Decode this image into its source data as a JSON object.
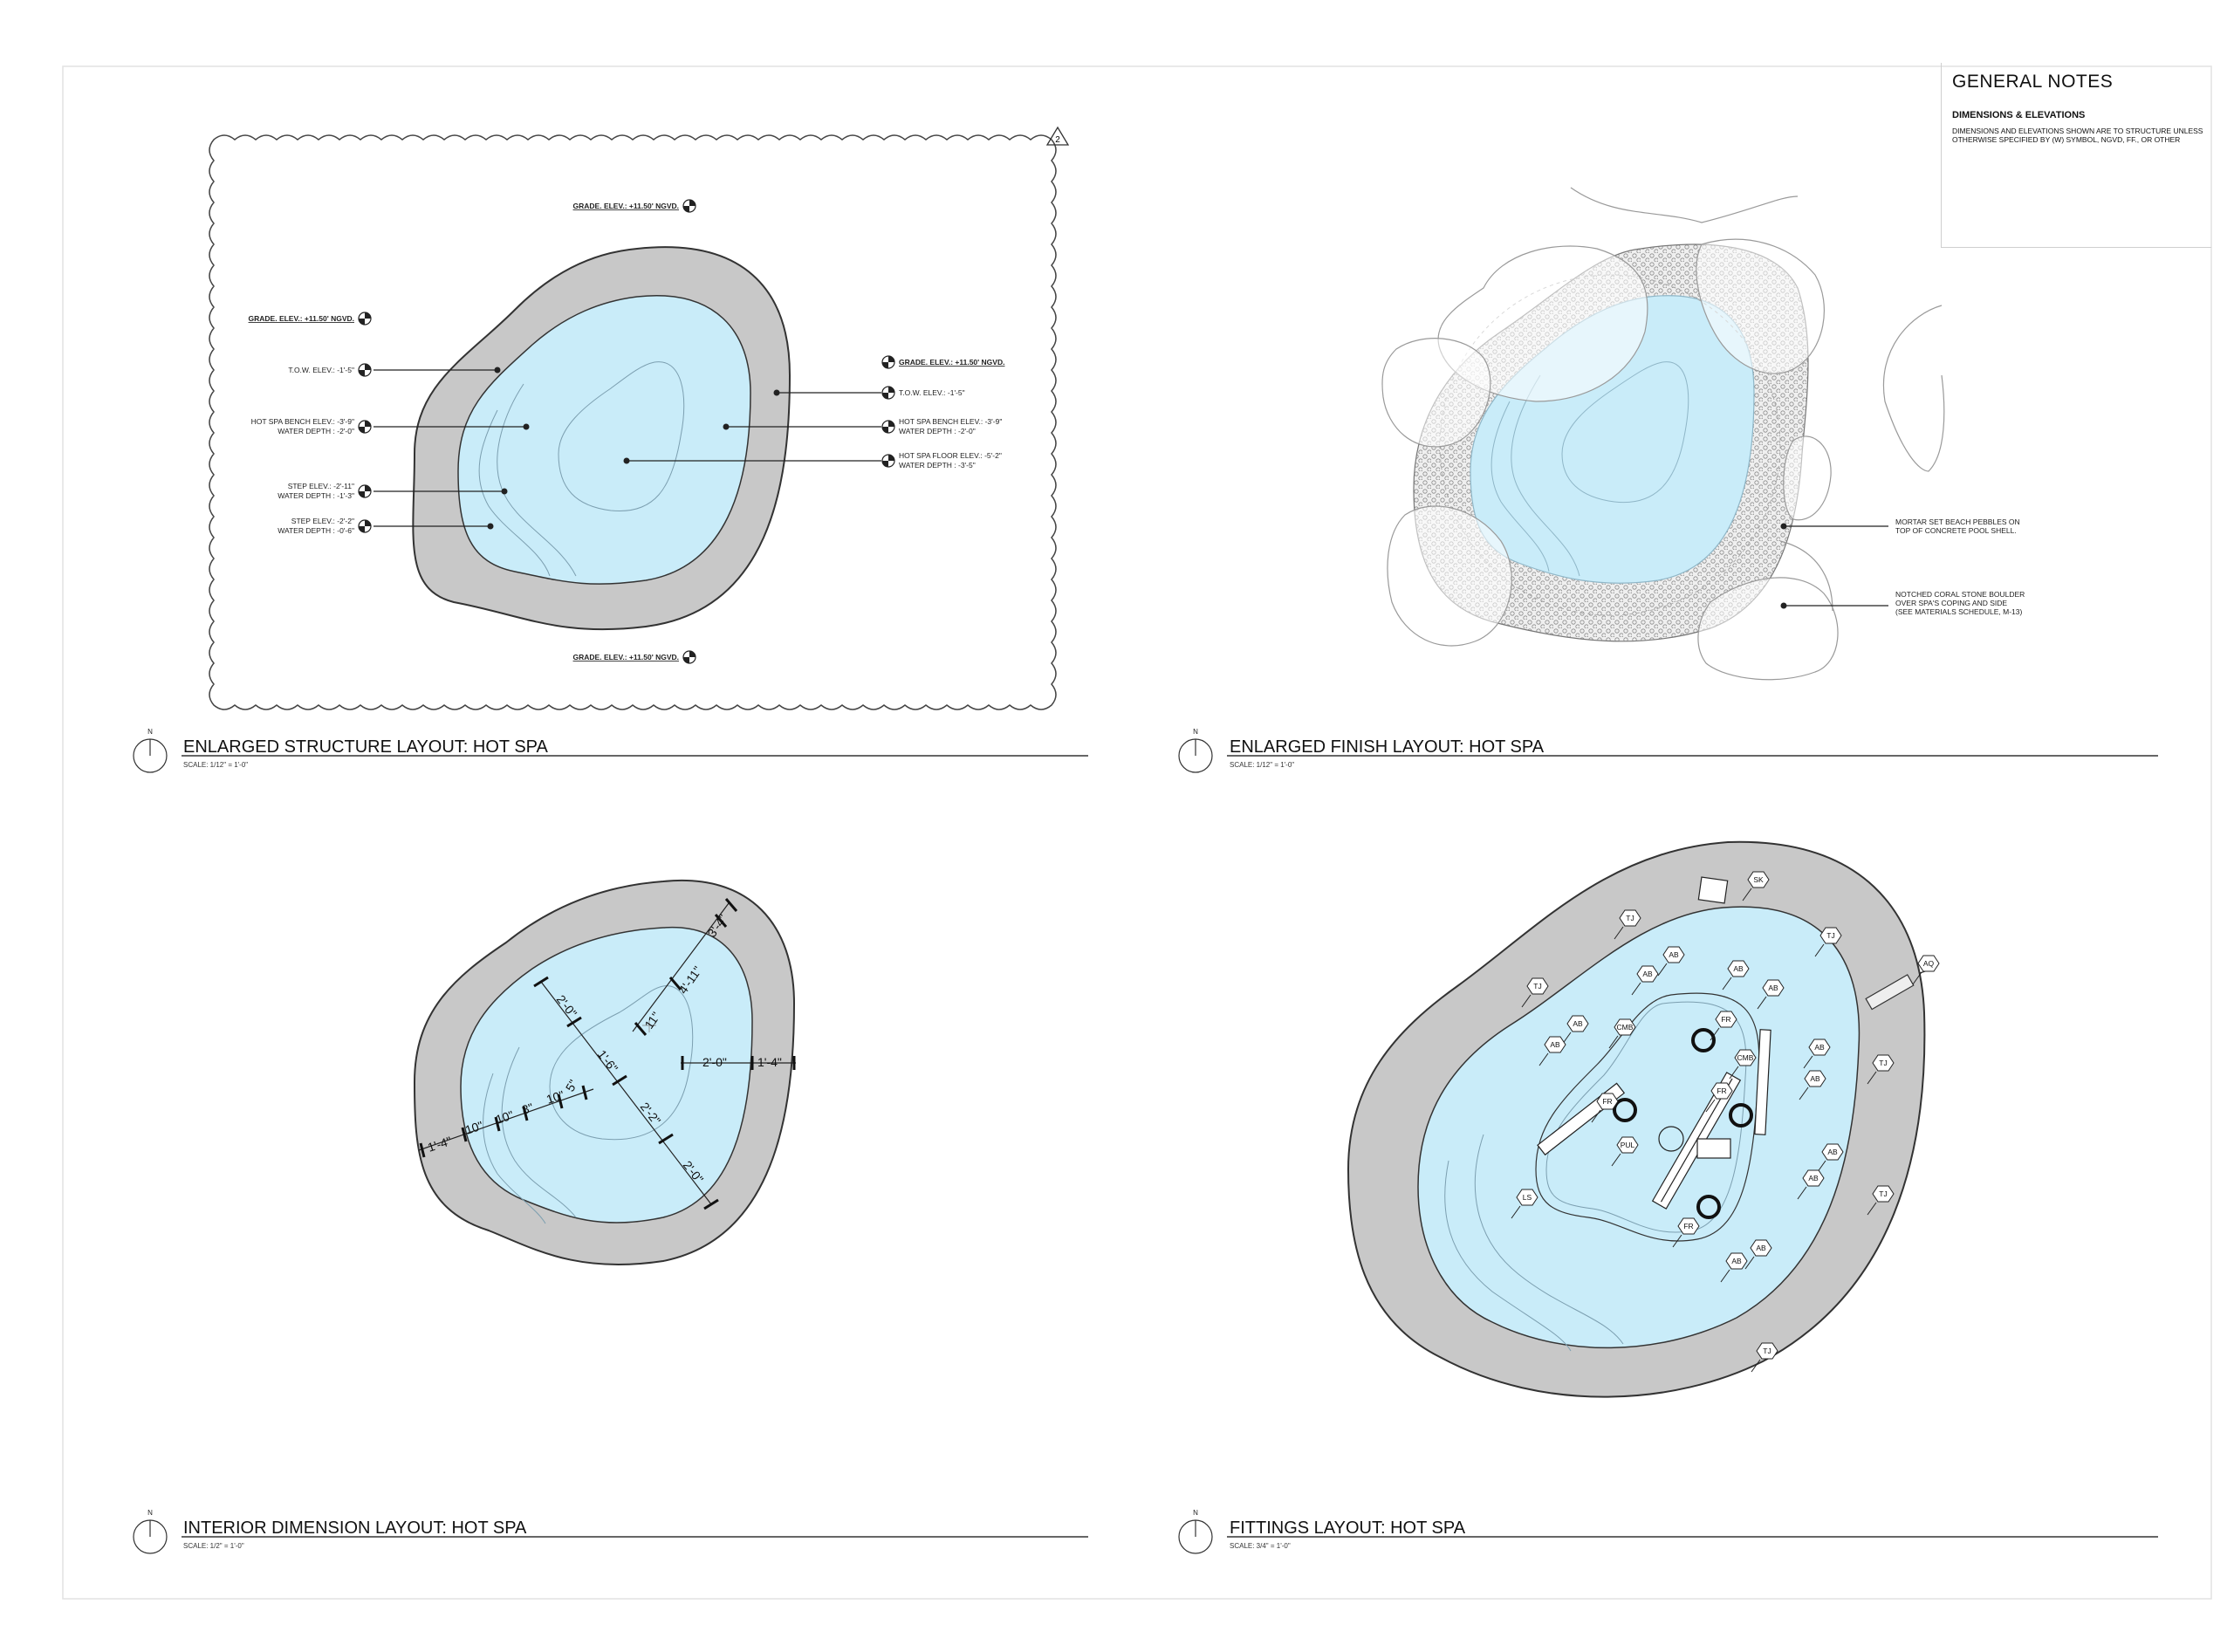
{
  "general_notes": {
    "title": "GENERAL NOTES",
    "subtitle": "DIMENSIONS & ELEVATIONS",
    "body": "DIMENSIONS AND ELEVATIONS SHOWN ARE TO STRUCTURE UNLESS OTHERWISE SPECIFIED BY (W) SYMBOL, NGVD, FF., OR OTHER"
  },
  "revision_mark": "2",
  "north_label": "N",
  "panels": [
    {
      "title": "ENLARGED STRUCTURE LAYOUT: HOT SPA",
      "scale": "SCALE: 1/12\" = 1'-0\""
    },
    {
      "title": "ENLARGED FINISH LAYOUT: HOT SPA",
      "scale": "SCALE: 1/12\" = 1'-0\""
    },
    {
      "title": "INTERIOR DIMENSION LAYOUT: HOT SPA",
      "scale": "SCALE: 1/2\" = 1'-0\""
    },
    {
      "title": "FITTINGS LAYOUT: HOT SPA",
      "scale": "SCALE: 3/4\" = 1'-0\""
    }
  ],
  "structure_labels": {
    "grade_top": "GRADE. ELEV.: +11.50' NGVD.",
    "grade_left": "GRADE. ELEV.: +11.50' NGVD.",
    "grade_right": "GRADE. ELEV.: +11.50' NGVD.",
    "grade_bottom": "GRADE. ELEV.: +11.50' NGVD.",
    "tow_left": "T.O.W. ELEV.: -1'-5\"",
    "tow_right": "T.O.W. ELEV.: -1'-5\"",
    "bench_left_1": "HOT SPA BENCH ELEV.: -3'-9\"",
    "bench_left_2": "WATER DEPTH : -2'-0\"",
    "bench_right_1": "HOT SPA BENCH ELEV.: -3'-9\"",
    "bench_right_2": "WATER DEPTH : -2'-0\"",
    "step1_1": "STEP ELEV.: -2'-11\"",
    "step1_2": "WATER DEPTH : -1'-3\"",
    "floor_1": "HOT SPA FLOOR ELEV.: -5'-2\"",
    "floor_2": "WATER DEPTH : -3'-5\"",
    "step2_1": "STEP ELEV.: -2'-2\"",
    "step2_2": "WATER DEPTH : -0'-6\""
  },
  "finish_labels": {
    "pebbles_1": "MORTAR SET BEACH PEBBLES ON",
    "pebbles_2": "TOP OF CONCRETE POOL SHELL.",
    "boulder_1": "NOTCHED CORAL STONE BOULDER",
    "boulder_2": "OVER SPA'S COPING AND SIDE",
    "boulder_3": "(SEE MATERIALS SCHEDULE, M-13)"
  },
  "dimensions": {
    "d1": "3'-4\"",
    "d2": "4'-11\"",
    "d3": "11\"",
    "d4": "2'-0\"",
    "d5": "1'-6\"",
    "d6": "2'-2\"",
    "d7": "2'-0\"",
    "d8": "2'-0\"",
    "d9": "1'-4\"",
    "d10": "1'-4\"",
    "d11": "10\"",
    "d12": "10\"",
    "d13": "8\"",
    "d14": "10\"",
    "d15": "5\""
  },
  "fittings": [
    "SK",
    "TJ",
    "TJ",
    "TJ",
    "TJ",
    "TJ",
    "TJ",
    "AQ",
    "AB",
    "AB",
    "AB",
    "AB",
    "AB",
    "AB",
    "AB",
    "AB",
    "AB",
    "AB",
    "AB",
    "AB",
    "CMB",
    "CMB",
    "FR",
    "FR",
    "FR",
    "FR",
    "PUL",
    "LS"
  ],
  "colors": {
    "water": "#c9ecf9",
    "coping": "#c8c8c8",
    "line": "#333333",
    "grid": "#dddddd"
  }
}
